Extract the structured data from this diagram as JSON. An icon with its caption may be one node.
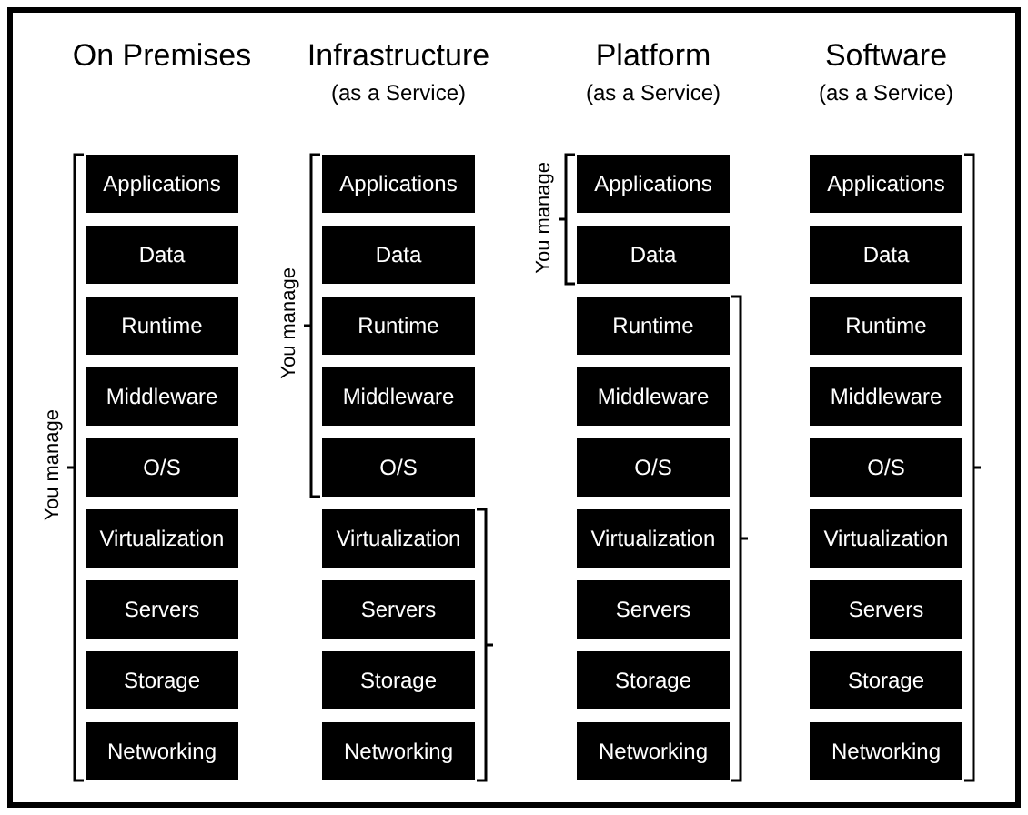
{
  "diagram": {
    "nodes": [
      {
        "text": [
          "Applications"
        ]
      },
      {
        "text": [
          "Data"
        ]
      },
      {
        "text": [
          "Runtime"
        ]
      },
      {
        "text": [
          "Middleware"
        ]
      },
      {
        "text": [
          "O/S"
        ]
      },
      {
        "text": [
          "Virtualization"
        ]
      },
      {
        "text": [
          "Servers"
        ]
      },
      {
        "text": [
          "Storage"
        ]
      },
      {
        "text": [
          "Networking"
        ]
      },
      {
        "text": [
          "Applications"
        ]
      },
      {
        "text": [
          "Data"
        ]
      },
      {
        "text": [
          "Runtime"
        ]
      },
      {
        "text": [
          "Middleware"
        ]
      },
      {
        "text": [
          "O/S"
        ]
      },
      {
        "text": [
          "Virtualization"
        ]
      },
      {
        "text": [
          "Servers"
        ]
      },
      {
        "text": [
          "Storage"
        ]
      },
      {
        "text": [
          "Networking"
        ]
      },
      {
        "text": [
          "Applications"
        ]
      },
      {
        "text": [
          "Data"
        ]
      },
      {
        "text": [
          "Runtime"
        ]
      },
      {
        "text": [
          "Middleware"
        ]
      },
      {
        "text": [
          "O/S"
        ]
      },
      {
        "text": [
          "Virtualization"
        ]
      },
      {
        "text": [
          "Servers"
        ]
      },
      {
        "text": [
          "Storage"
        ]
      },
      {
        "text": [
          "Networking"
        ]
      },
      {
        "text": [
          "Applications"
        ]
      },
      {
        "text": [
          "Data"
        ]
      },
      {
        "text": [
          "Runtime"
        ]
      },
      {
        "text": [
          "Middleware"
        ]
      },
      {
        "text": [
          "O/S"
        ]
      },
      {
        "text": [
          "Virtualization"
        ]
      },
      {
        "text": [
          "Servers"
        ]
      },
      {
        "text": [
          "Storage"
        ]
      },
      {
        "text": [
          "Networking"
        ]
      }
    ],
    "labels": [
      "On Premises",
      "Infrastructure",
      "(as a Service)",
      "Platform",
      "(as a Service)",
      "Software",
      "(as a Service)",
      "You manage",
      "You manage",
      "You manage"
    ]
  }
}
